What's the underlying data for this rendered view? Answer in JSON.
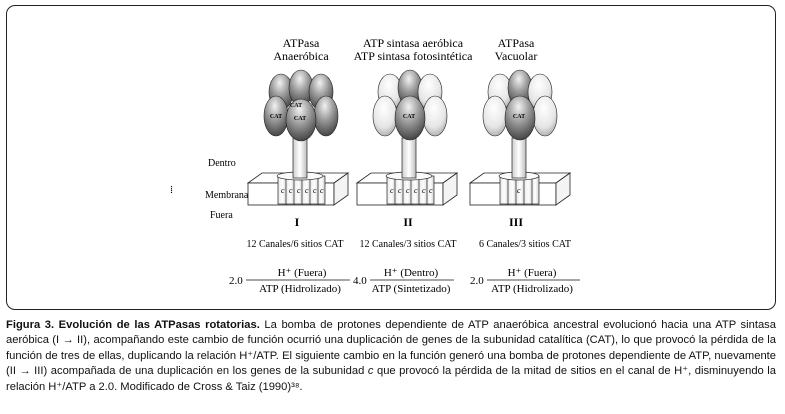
{
  "panels": [
    {
      "title_line1": "ATPasa",
      "title_line2": "Anaeróbica",
      "roman": "I",
      "channels": "12 Canales/6 sitios CAT",
      "ratio": "2.0",
      "ratio_num": "H⁺ (Fuera)",
      "ratio_den": "ATP (Hidrolizado)",
      "cat_labels": [
        "CAT",
        "CAT",
        "CAT"
      ],
      "c_labels": [
        "c",
        "c",
        "c",
        "c",
        "c",
        "c"
      ]
    },
    {
      "title_line1": "ATP sintasa aeróbica",
      "title_line2": "ATP sintasa fotosintética",
      "roman": "II",
      "channels": "12 Canales/3 sitios CAT",
      "ratio": "4.0",
      "ratio_num": "H⁺ (Dentro)",
      "ratio_den": "ATP (Sintetizado)",
      "cat_labels": [
        "CAT"
      ],
      "c_labels": [
        "c",
        "c",
        "c",
        "c",
        "c",
        "c"
      ]
    },
    {
      "title_line1": "ATPasa",
      "title_line2": "Vacuolar",
      "roman": "III",
      "channels": "6 Canales/3 sitios CAT",
      "ratio": "2.0",
      "ratio_num": "H⁺ (Fuera)",
      "ratio_den": "ATP (Hidrolizado)",
      "cat_labels": [
        "CAT"
      ],
      "c_labels": [
        "c"
      ]
    }
  ],
  "side_labels": {
    "dentro": "Dentro",
    "membrana": "Membrana",
    "fuera": "Fuera",
    "marker": "⁞"
  },
  "caption": {
    "lead": "Figura 3. Evolución de las ATPasas rotatorias.",
    "body1": " La bomba de protones dependiente de ATP anaeróbica ancestral evolucionó hacia una ATP sintasa aeróbica (I → II), acompañando este cambio de función ocurrió una duplicación de genes de la subunidad catalítica (CAT), lo que provocó la pérdida de la función de tres de ellas, duplicando la relación H⁺/ATP. El siguiente cambio en la función generó una bomba de protones dependiente de ATP, nuevamente (II → III) acompañada de una duplicación en los genes de la subunidad ",
    "italic": "c",
    "body2": " que provocó la pérdida de la mitad de sitios en el canal de H⁺, disminuyendo la relación H⁺/ATP a 2.0. Modificado de Cross & Taiz (1990)³⁸."
  }
}
